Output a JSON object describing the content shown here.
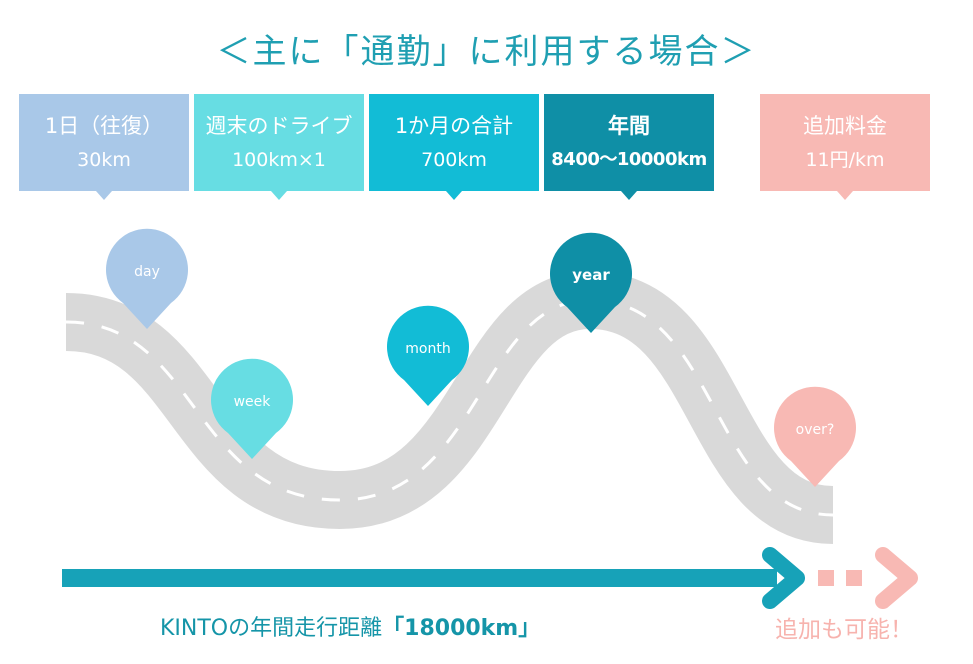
{
  "title": "＜主に「通勤」に利用する場合＞",
  "boxes": [
    {
      "line1": "1日（往復）",
      "line2": "30km",
      "color": "#a9c8e8"
    },
    {
      "line1": "週末のドライブ",
      "line2": "100km×1",
      "color": "#67dde3"
    },
    {
      "line1": "1か月の合計",
      "line2": "700km",
      "color": "#12bcd6"
    },
    {
      "line1": "年間",
      "line2": "8400〜10000km",
      "color": "#0f8fa6"
    },
    {
      "line1": "追加料金",
      "line2": "11円/km",
      "color": "#f8b9b4"
    }
  ],
  "pins": [
    {
      "label": "day",
      "color": "#a9c8e8"
    },
    {
      "label": "week",
      "color": "#67dde3"
    },
    {
      "label": "month",
      "color": "#12bcd6"
    },
    {
      "label": "year",
      "color": "#0f8fa6"
    },
    {
      "label": "over?",
      "color": "#f8b9b4"
    }
  ],
  "bottom": {
    "prefix": "KINTOの年間走行距離",
    "value": "「18000km」",
    "extra": "追加も可能！"
  },
  "colors": {
    "road": "#d9d9d9",
    "road_dash": "#ffffff",
    "arrow": "#17a2b8",
    "arrow_extra": "#f8b9b4"
  }
}
